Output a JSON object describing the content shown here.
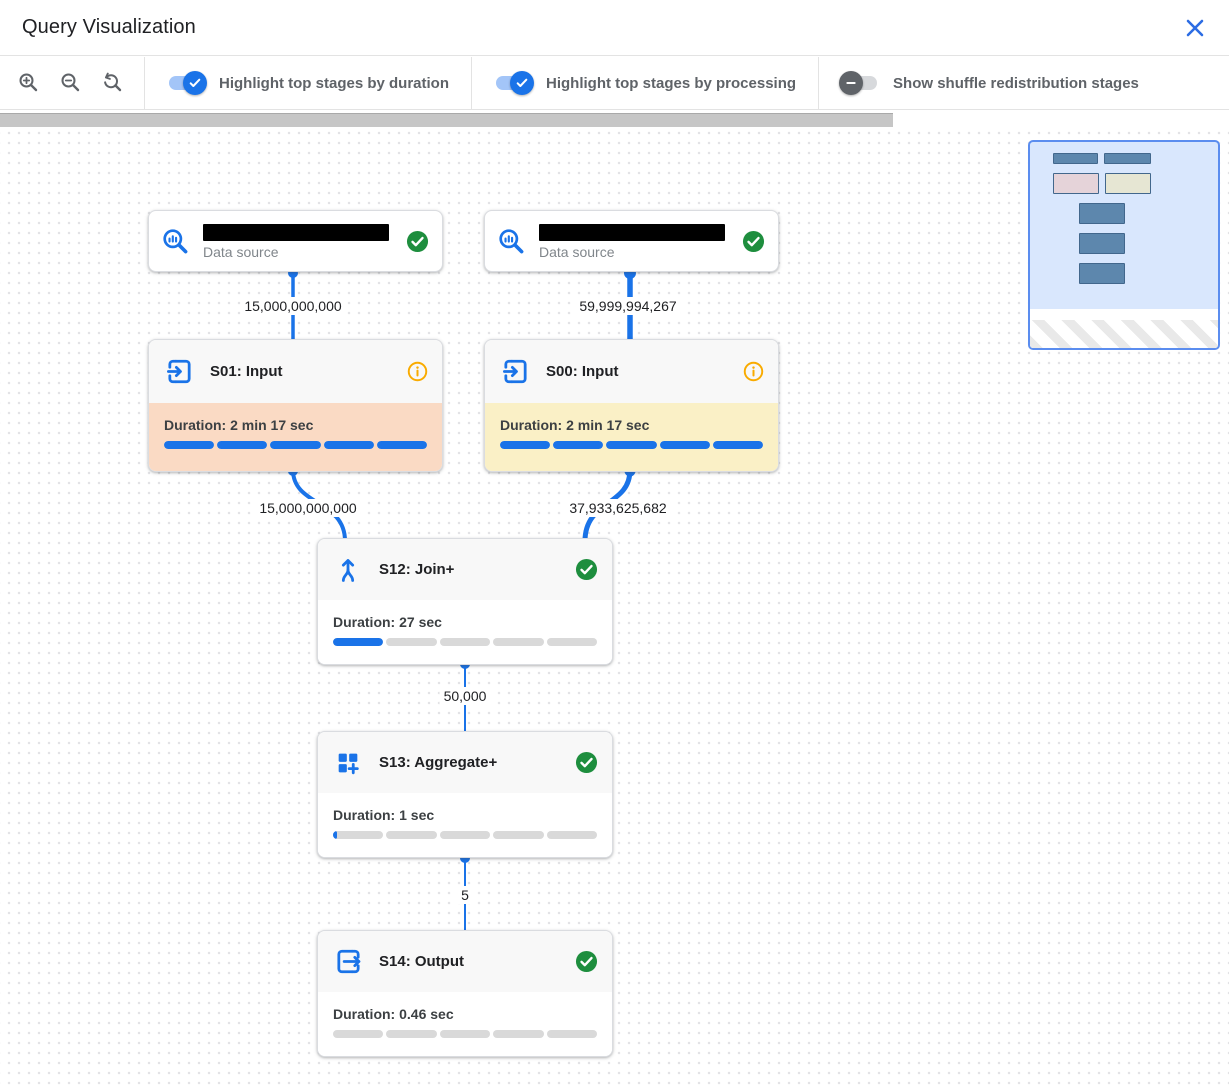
{
  "header": {
    "title": "Query Visualization",
    "close_icon": "close-icon"
  },
  "toolbar": {
    "zoom_controls": [
      {
        "icon": "zoom-in-icon"
      },
      {
        "icon": "zoom-out-icon"
      },
      {
        "icon": "reset-zoom-icon"
      }
    ],
    "toggles": [
      {
        "label": "Highlight top stages by duration",
        "state": "on"
      },
      {
        "label": "Highlight top stages by processing",
        "state": "on"
      },
      {
        "label": "Show shuffle redistribution stages",
        "state": "off"
      }
    ]
  },
  "graph": {
    "nodes": [
      {
        "id": "ds1",
        "type": "data-source",
        "label": "Data source",
        "name_redacted": true,
        "status": "completed",
        "icon": "data-source-icon"
      },
      {
        "id": "ds2",
        "type": "data-source",
        "label": "Data source",
        "name_redacted": true,
        "status": "completed",
        "icon": "data-source-icon"
      },
      {
        "id": "s01",
        "title": "S01: Input",
        "duration": "Duration: 2 min 17 sec",
        "status": "info",
        "icon": "input-icon",
        "highlight": "top-duration",
        "bar_segments": [
          100,
          100,
          100,
          100,
          100
        ]
      },
      {
        "id": "s00",
        "title": "S00: Input",
        "duration": "Duration: 2 min 17 sec",
        "status": "info",
        "icon": "input-icon",
        "highlight": "top-processing",
        "bar_segments": [
          100,
          100,
          100,
          100,
          100
        ]
      },
      {
        "id": "s12",
        "title": "S12: Join+",
        "duration": "Duration: 27 sec",
        "status": "completed",
        "icon": "join-icon",
        "highlight": "none",
        "bar_segments": [
          100,
          0,
          0,
          0,
          0
        ]
      },
      {
        "id": "s13",
        "title": "S13: Aggregate+",
        "duration": "Duration: 1 sec",
        "status": "completed",
        "icon": "aggregate-icon",
        "highlight": "none",
        "bar_segments": [
          8,
          0,
          0,
          0,
          0
        ]
      },
      {
        "id": "s14",
        "title": "S14: Output",
        "duration": "Duration: 0.46 sec",
        "status": "completed",
        "icon": "output-icon",
        "highlight": "none",
        "bar_segments": [
          0,
          0,
          0,
          0,
          0
        ]
      }
    ],
    "edges": [
      {
        "from": "ds1",
        "to": "s01",
        "label": "15,000,000,000"
      },
      {
        "from": "ds2",
        "to": "s00",
        "label": "59,999,994,267"
      },
      {
        "from": "s01",
        "to": "s12",
        "label": "15,000,000,000"
      },
      {
        "from": "s00",
        "to": "s12",
        "label": "37,933,625,682"
      },
      {
        "from": "s12",
        "to": "s13",
        "label": "50,000"
      },
      {
        "from": "s13",
        "to": "s14",
        "label": "5"
      }
    ]
  },
  "colors": {
    "accent_blue": "#1a73e8",
    "edge_blue": "#1a73e8",
    "success_green": "#1e8e3e",
    "info_orange": "#f9ab00",
    "top_duration_bg": "#fadac4",
    "top_processing_bg": "#faf0c6",
    "bar_fill": "#1a73e8",
    "bar_empty": "#d9d9d9",
    "minimap_bg": "#d9e7fd"
  }
}
